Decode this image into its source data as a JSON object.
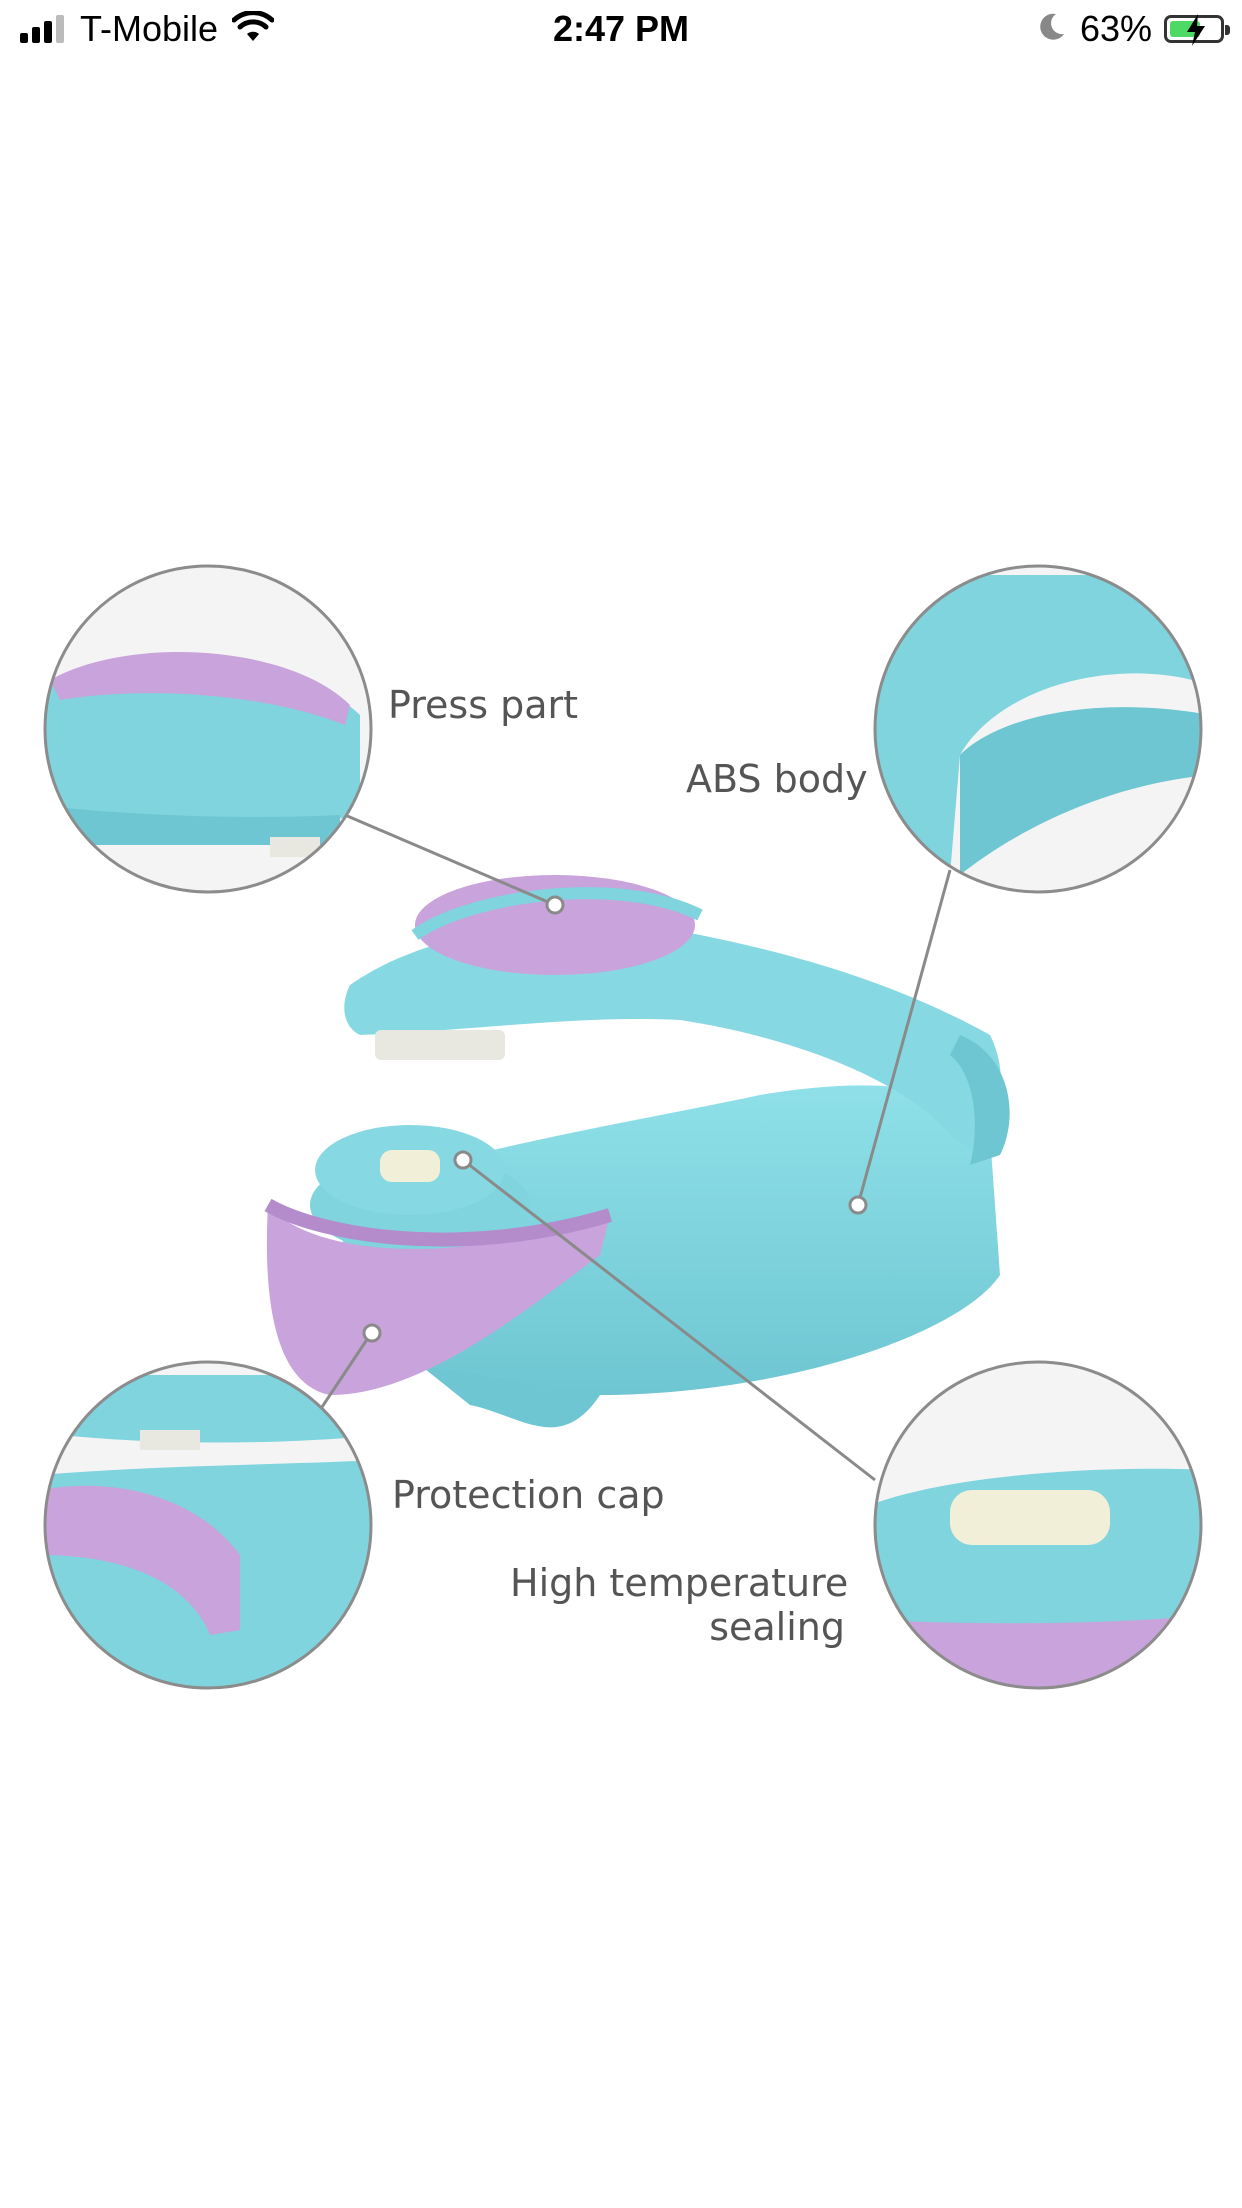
{
  "status_bar": {
    "carrier": "T-Mobile",
    "time": "2:47 PM",
    "battery_percent": "63%",
    "battery_level": 0.63,
    "icons": [
      "signal-icon",
      "wifi-icon",
      "moon-icon",
      "battery-charging-icon"
    ]
  },
  "product_image": {
    "callouts": {
      "press_part": "Press part",
      "abs_body": "ABS body",
      "protection_cap": "Protection cap",
      "high_temp_line1": "High temperature",
      "high_temp_line2": "sealing"
    },
    "colors": {
      "body": "#7fd4dd",
      "accent": "#c9a3dc",
      "heater": "#f2efd9",
      "leader_line": "#8a8a8a",
      "circle_outline": "#8c8c8c"
    }
  }
}
